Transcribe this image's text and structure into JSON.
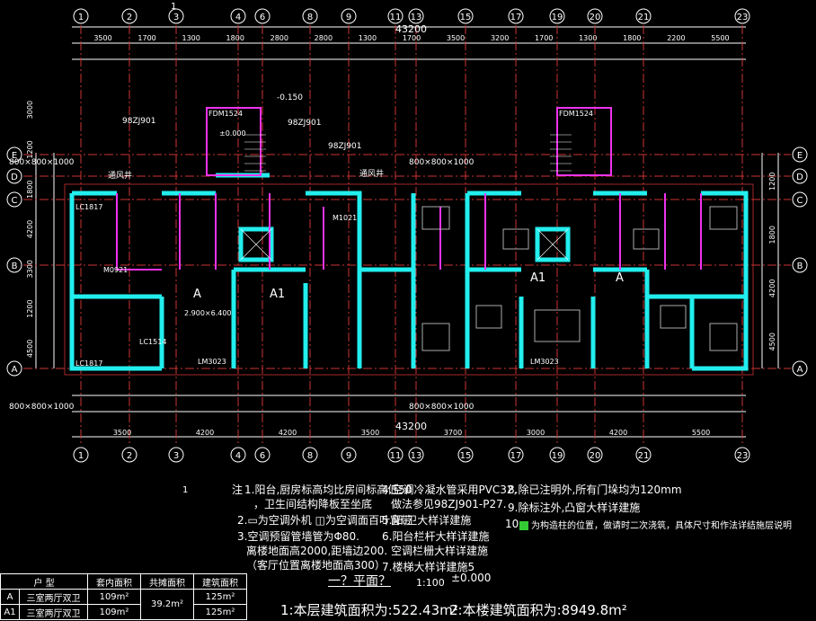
{
  "axes_top": [
    "1",
    "2",
    "3",
    "4",
    "6",
    "8",
    "9",
    "11",
    "13",
    "15",
    "17",
    "19",
    "20",
    "21",
    "23"
  ],
  "axes_bottom": [
    "1",
    "2",
    "3",
    "4",
    "6",
    "8",
    "9",
    "11",
    "13",
    "15",
    "17",
    "19",
    "20",
    "21",
    "23"
  ],
  "axes_left": [
    "E",
    "D",
    "C",
    "B",
    "A"
  ],
  "axes_right": [
    "E",
    "D",
    "C",
    "B",
    "A"
  ],
  "dim_top_total": "43200",
  "dim_bottom_total": "43200",
  "dim_top_row": [
    "3500",
    "1700",
    "1300",
    "1800",
    "2800",
    "2800",
    "1300",
    "1700",
    "3500",
    "3200",
    "1700",
    "1300",
    "1800",
    "2200",
    "5500"
  ],
  "dim_bottom_row": [
    "3500",
    "4200",
    "4200",
    "3500",
    "3700",
    "3000",
    "4200",
    "5500"
  ],
  "dim_left": [
    "3000",
    "1200",
    "1800",
    "4200",
    "3300",
    "1200",
    "4500"
  ],
  "dim_right": [
    "1200",
    "1800",
    "4200",
    "4500"
  ],
  "labels": {
    "fdm_left": "FDM1524",
    "fdm_right": "FDM1524",
    "tube_left": "800×800×1000",
    "tube_bottom_left": "800×800×1000",
    "tube_right": "800×800×1000",
    "tube_bottom_right": "800×800×1000",
    "ventilator_left": "通风井",
    "ventilator_right": "通风井",
    "ref_left": "98ZJ901",
    "ref_mid": "98ZJ901",
    "ref_mid2": "98ZJ901",
    "unit_a": "A",
    "unit_a1": "A1",
    "area_a": "2.900×6.400",
    "lc1817": "LC1817",
    "lc1514": "LC1514",
    "lm3023": "LM3023",
    "m0921": "M0921",
    "m1021": "M1021",
    "elev_top": "-0.150",
    "elev_stair": "±0.000"
  },
  "notes": {
    "head": "注",
    "n1a": "1.阳台,厨房标高均比房间标高低50",
    "n1b": "，卫生间结构降板至坐底",
    "n2": "2.▭为空调外机 ◫为空调面百叶窗带",
    "n3": "3.空调预留管墙管为Φ80.",
    "n3b": "离楼地面高2000,距墙边200.",
    "n3c": "（客厅位置离楼地面高300）",
    "n4a": "4.空调冷凝水管采用PVC32,",
    "n4b": "做法参见98ZJ901-P27.",
    "n5": "5.阳,卫大样详建施",
    "n6": "6.阳台栏杆大样详建施",
    "n6b": "空调栏栅大样详建施",
    "n7": "7.楼梯大样详建施5",
    "n8": "8.除已注明外,所有门垛均为120mm",
    "n9": "9.除标注外,凸窗大样详建施",
    "n10": "10",
    "n10b": "为构造柱的位置，做请时二次浇筑，具体尺寸和作法详结施层说明"
  },
  "title": {
    "plan_name": "一？平面？",
    "scale": "1:100",
    "elev": "±0.000",
    "area1": "1:本层建筑面积为:522.43m²",
    "area2": "2:本楼建筑面积为:8949.8m²"
  },
  "marker_1": "1",
  "table": {
    "headers": [
      "户 型",
      "套内面积",
      "共摊面积",
      "建筑面积"
    ],
    "rows": [
      {
        "type": "A",
        "name": "三室两厅双卫",
        "inner": "109m²",
        "shared": "39.2m²",
        "total": "125m²"
      },
      {
        "type": "A1",
        "name": "三室两厅双卫",
        "inner": "109m²",
        "shared": "",
        "total": "125m²"
      }
    ]
  }
}
